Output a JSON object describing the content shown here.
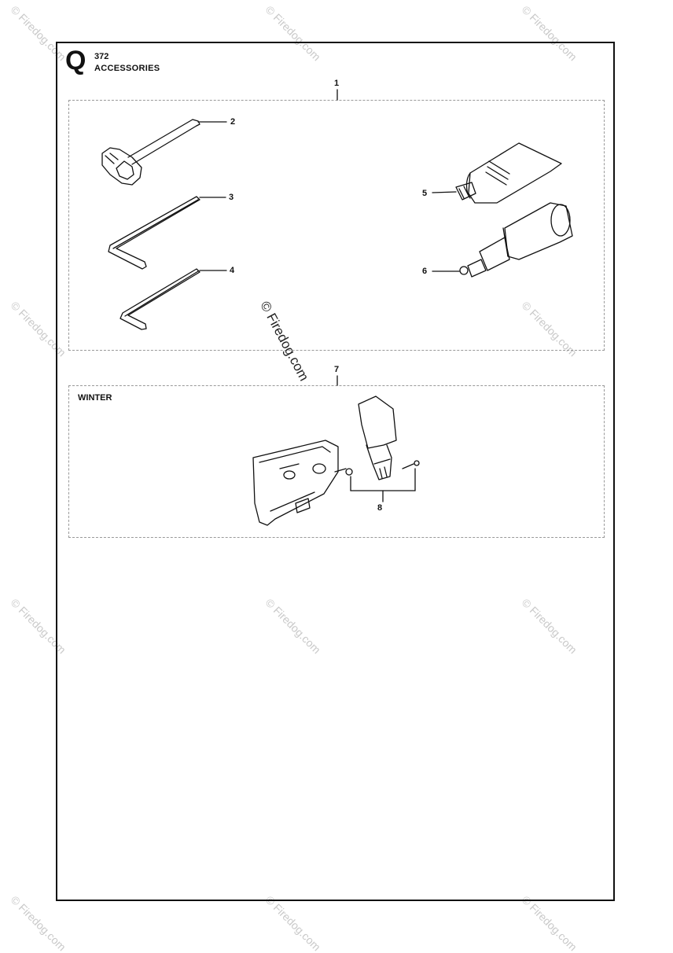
{
  "header": {
    "section_letter": "Q",
    "model": "372",
    "title": "ACCESSORIES"
  },
  "groups": {
    "group1_number": "1",
    "group2_number": "7",
    "group2_label": "WINTER"
  },
  "callouts": [
    "2",
    "3",
    "4",
    "5",
    "6",
    "8"
  ],
  "parts": [
    {
      "callout": "2",
      "name": "combination-wrench"
    },
    {
      "callout": "3",
      "name": "hex-key-large"
    },
    {
      "callout": "4",
      "name": "hex-key-small"
    },
    {
      "callout": "5",
      "name": "grease-tube"
    },
    {
      "callout": "6",
      "name": "grease-gun"
    },
    {
      "callout": "8",
      "name": "winter-kit-cover"
    }
  ],
  "watermark": {
    "text": "© Firedog.com"
  }
}
